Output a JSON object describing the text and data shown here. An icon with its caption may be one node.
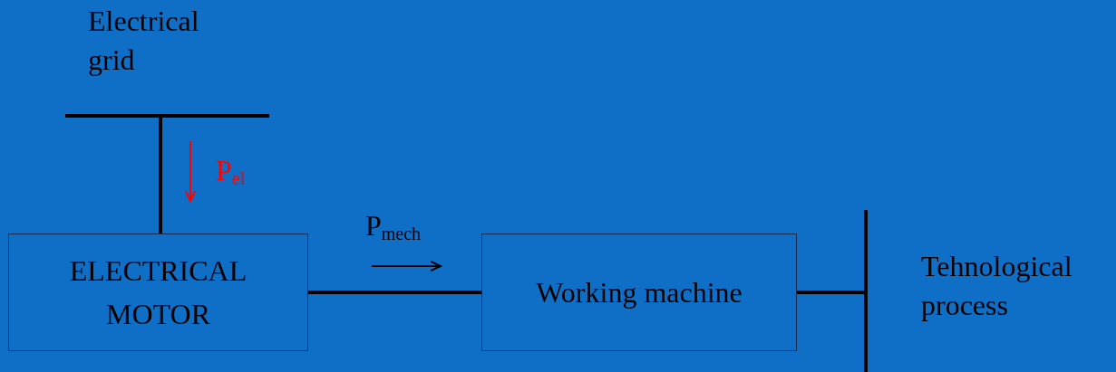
{
  "diagram": {
    "nodes": [
      {
        "text": [],
        "shape": "bar",
        "beside": [
          "Electrical grid"
        ]
      },
      {
        "text": [
          "ELECTRICAL MOTOR"
        ]
      },
      {
        "text": [
          "Working machine"
        ]
      },
      {
        "text": [],
        "shape": "bar",
        "beside": [
          "Tehnological process"
        ]
      }
    ],
    "edges": [
      {
        "from": 0,
        "to": 1,
        "arrow": "none"
      },
      {
        "from": 1,
        "to": 2,
        "arrow": "none"
      },
      {
        "from": 2,
        "to": 3,
        "arrow": "none"
      }
    ],
    "labels": [
      "P$_{el}$",
      "P$_{mech}$"
    ]
  }
}
